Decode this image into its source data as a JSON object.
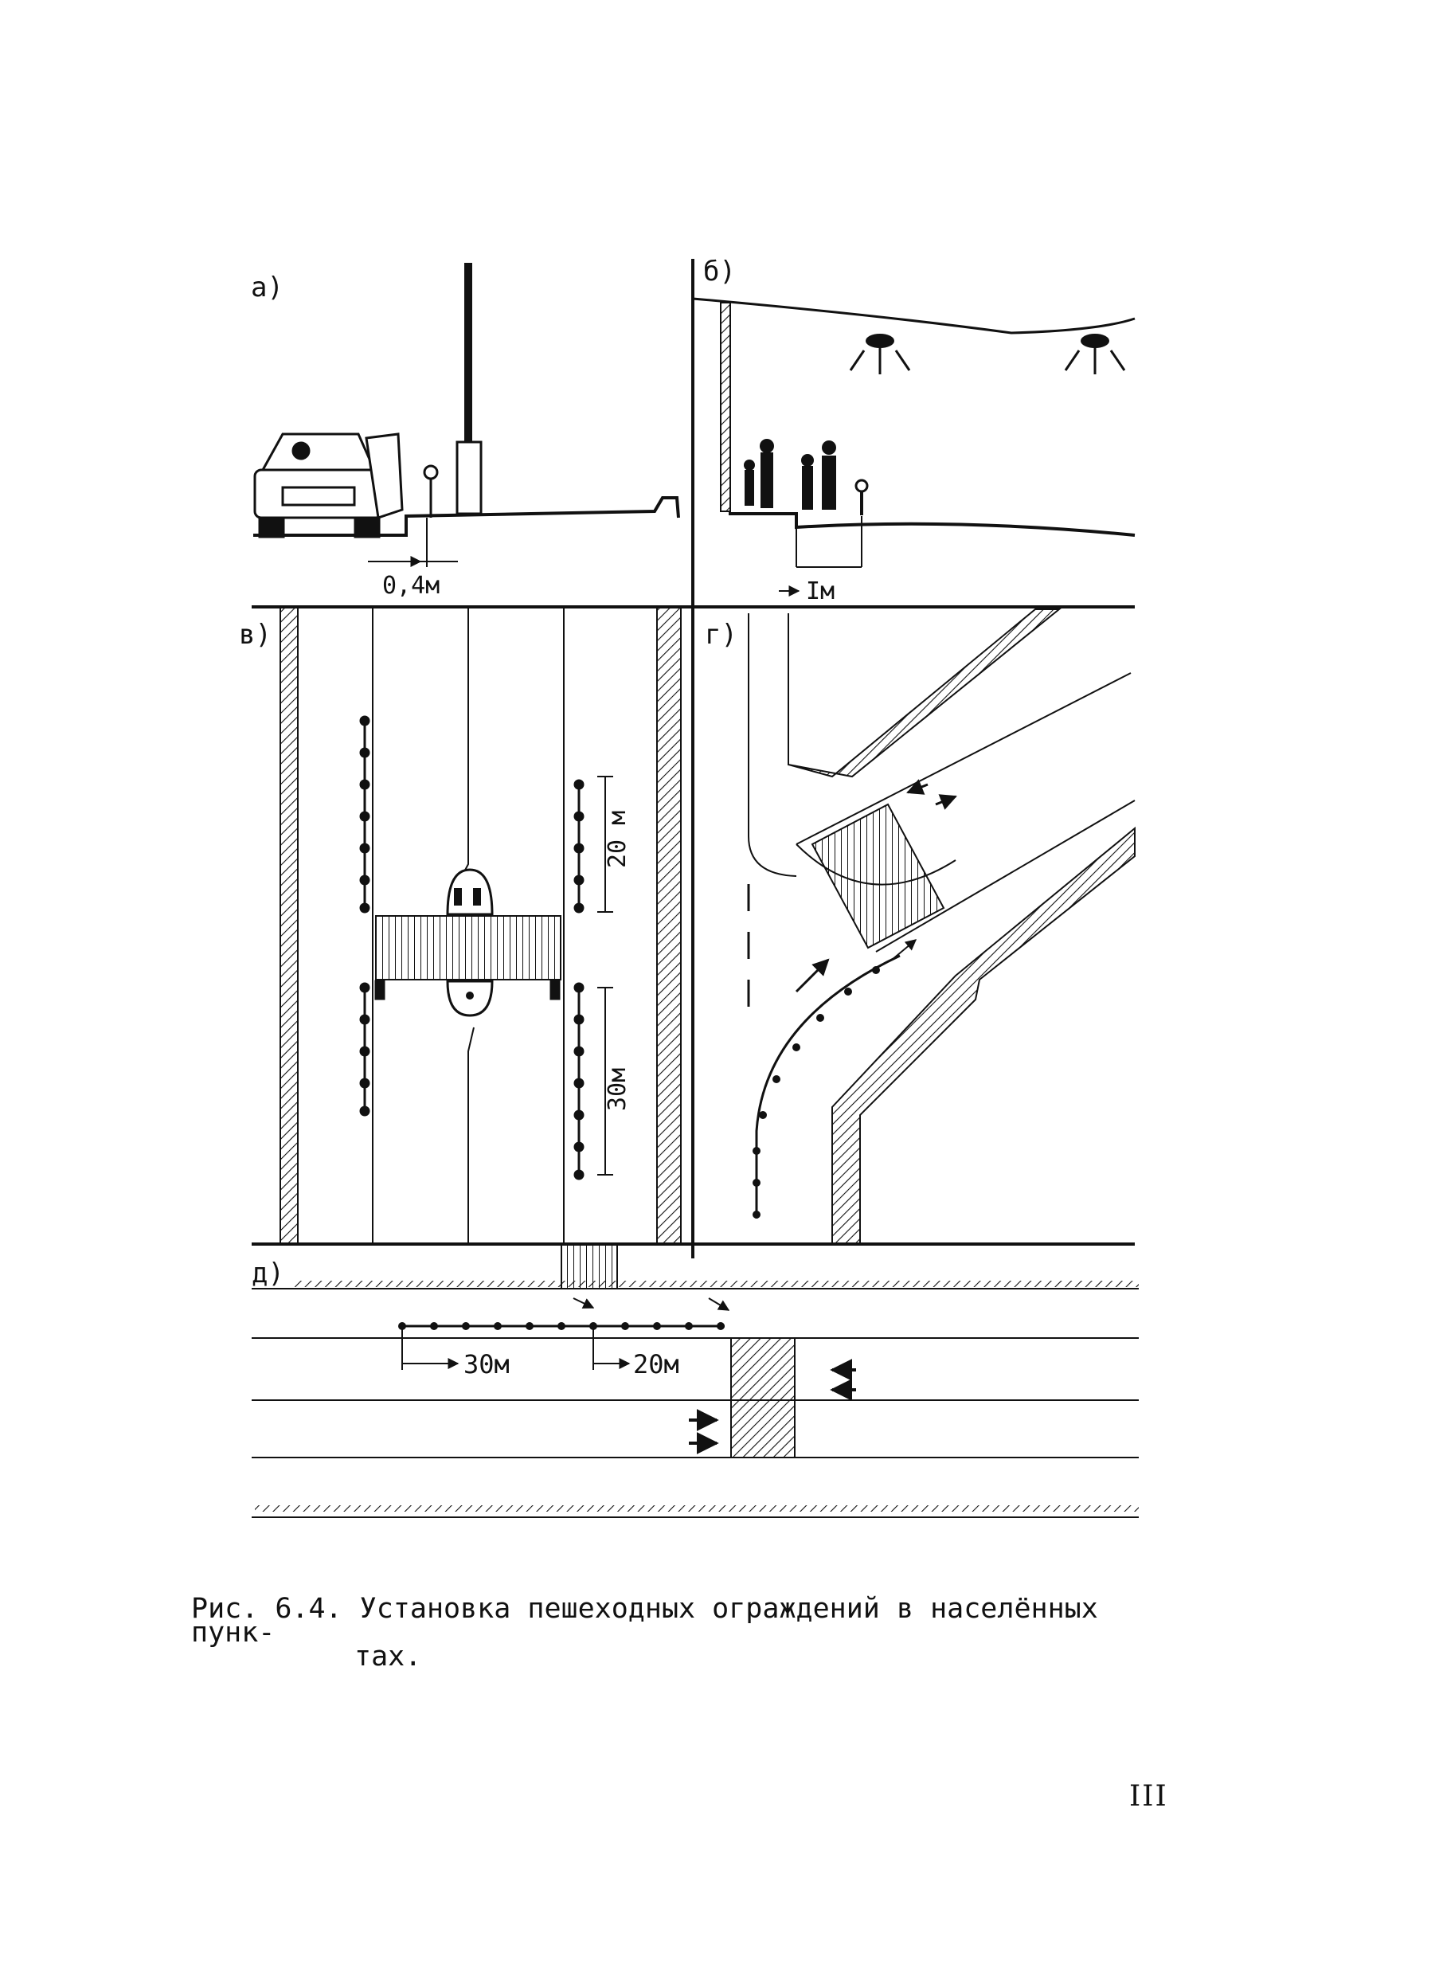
{
  "panels": {
    "a": "а)",
    "b": "б)",
    "v": "в)",
    "g": "г)",
    "d": "д)"
  },
  "dimensions": {
    "curb_offset": "0,4м",
    "sidewalk_offset": "Iм",
    "fence_20_vertical": "20 м",
    "fence_30_vertical": "30м",
    "fence_30_horizontal": "30м",
    "fence_20_horizontal": "20м"
  },
  "caption": {
    "number": "Рис. 6.4.",
    "text_line1": "Установка пешеходных ограждений в населённых пунк-",
    "text_line2": "тах."
  },
  "page_number": "III"
}
